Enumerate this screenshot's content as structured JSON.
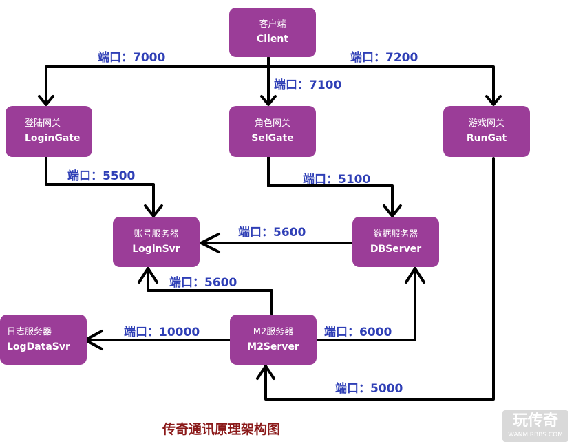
{
  "colors": {
    "node_fill": "#9b3d98",
    "node_text": "#ffffff",
    "arrow": "#000000",
    "port_label": "#2f3fb6",
    "caption": "#8b1a1a"
  },
  "nodes": {
    "client": {
      "zh": "客户端",
      "en": "Client"
    },
    "login_gate": {
      "zh": "登陆网关",
      "en": "LoginGate"
    },
    "sel_gate": {
      "zh": "角色网关",
      "en": "SelGate"
    },
    "run_gate": {
      "zh": "游戏网关",
      "en": "RunGat"
    },
    "login_svr": {
      "zh": "账号服务器",
      "en": "LoginSvr"
    },
    "db_server": {
      "zh": "数据服务器",
      "en": "DBServer"
    },
    "log_data_svr": {
      "zh": "日志服务器",
      "en": "LogDataSvr"
    },
    "m2_server": {
      "zh": "M2服务器",
      "en": "M2Server"
    }
  },
  "ports": {
    "client_to_logingate": "端口：7000",
    "client_to_selgate": "端口：7100",
    "client_to_rungate": "端口：7200",
    "logingate_to_loginsvr": "端口：5500",
    "selgate_to_dbserver": "端口：5100",
    "dbserver_to_loginsvr": "端口：5600",
    "m2_to_loginsvr": "端口：5600",
    "m2_to_logdatasvr": "端口：10000",
    "m2_to_dbserver": "端口：6000",
    "rungate_to_m2": "端口：5000"
  },
  "caption": "传奇通讯原理架构图",
  "watermark": {
    "title": "玩传奇",
    "subtitle": "WANMIRBBS.COM"
  }
}
